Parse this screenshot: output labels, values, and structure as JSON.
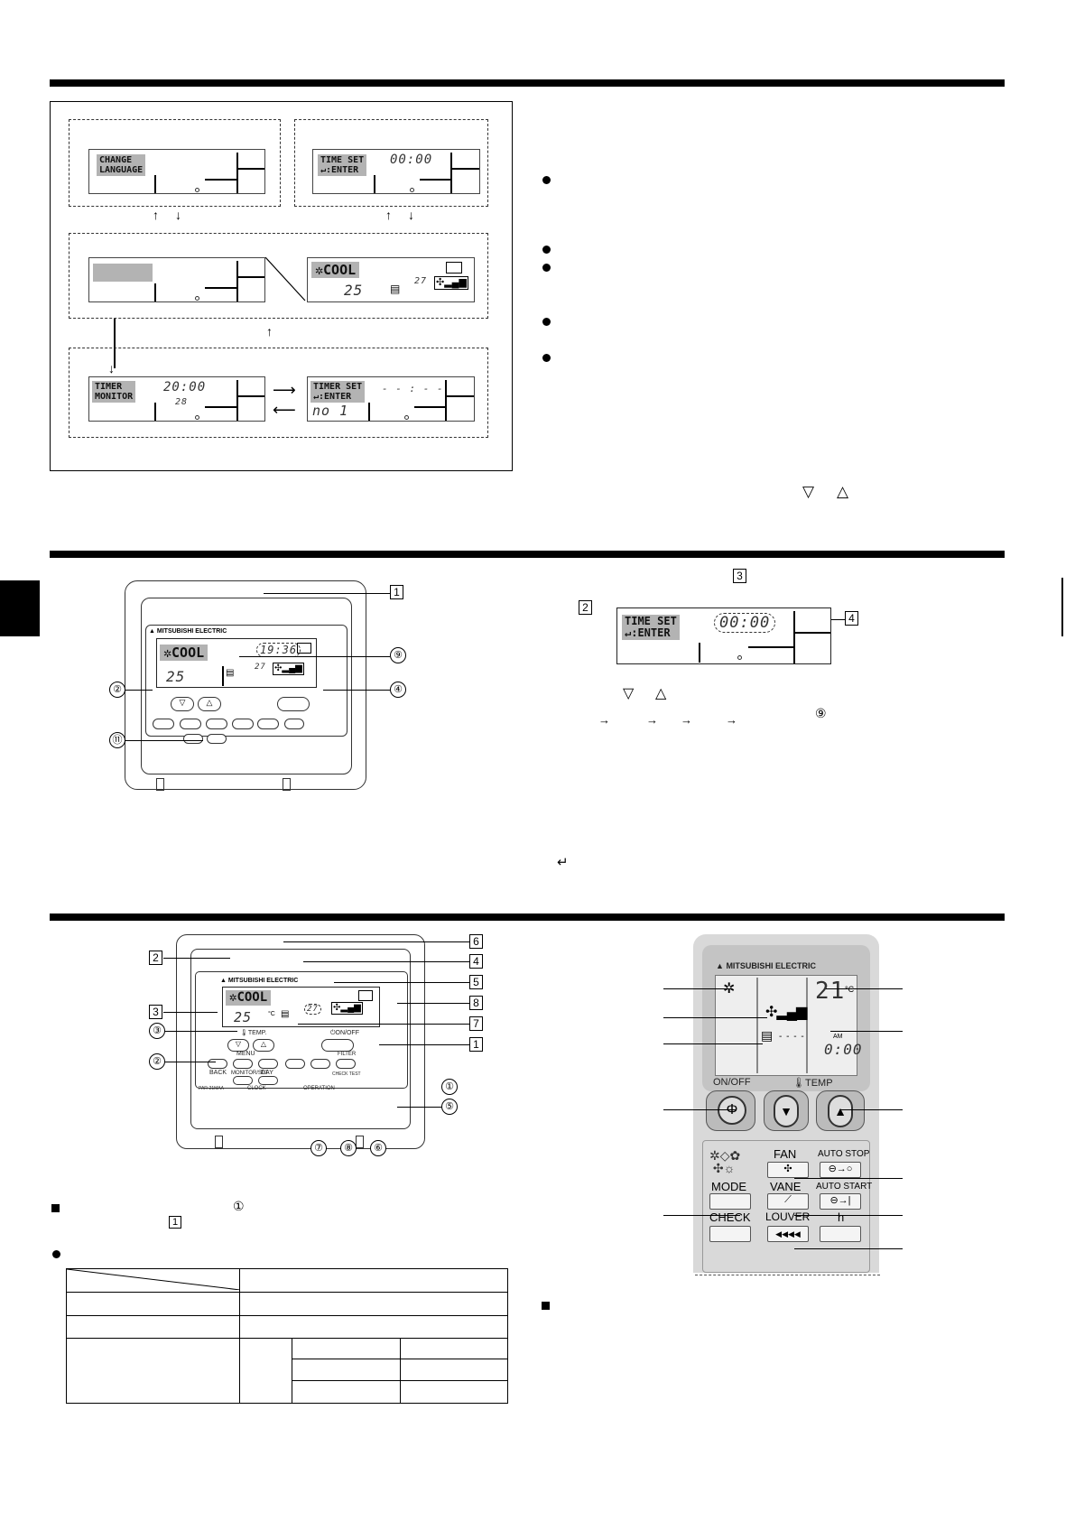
{
  "screen1": {
    "change_language_line1": "CHANGE",
    "change_language_line2": "LANGUAGE",
    "timeset_label": "TIME SET",
    "enter_label": "↵:ENTER",
    "clock_blank": "00:00",
    "cool_label": "COOL",
    "set_temp": "25",
    "room_temp": "27",
    "timer_monitor_line1": "TIMER",
    "timer_monitor_line2": "MONITOR",
    "timer_time": "20:00",
    "timer_temp": "28",
    "timer_set_line1": "TIMER SET",
    "timer_set_line2": "↵:ENTER",
    "timer_dashes": "- - : - -",
    "timer_no": "no 1"
  },
  "section1_right": {
    "down_arrow": "▽",
    "up_arrow": "△"
  },
  "controller1": {
    "brand": "MITSUBISHI ELECTRIC",
    "cool_label": "COOL",
    "clock": "19:36",
    "set_temp": "25",
    "room_temp": "27",
    "callouts": {
      "box1": "1",
      "c9": "⑨",
      "c2": "②",
      "c4": "④",
      "c11": "⑪"
    }
  },
  "section2_right": {
    "box2": "2",
    "box3": "3",
    "box4": "4",
    "timeset_label": "TIME SET",
    "enter_label": "↵:ENTER",
    "clock": "00:00",
    "down_arrow": "▽",
    "up_arrow": "△",
    "c9": "⑨",
    "arrows": [
      "→",
      "→",
      "→",
      "→"
    ],
    "enter_symbol": "↵"
  },
  "controller2": {
    "brand": "MITSUBISHI ELECTRIC",
    "cool_label": "COOL",
    "set_temp": "25",
    "unit": "°C",
    "room_temp": "27",
    "temp_label": "TEMP.",
    "onoff_label": "ON/OFF",
    "menu_label": "MENU",
    "back_label": "BACK",
    "day_label": "DAY",
    "monitor_set": "MONITOR/SET",
    "clock_label": "CLOCK",
    "operation_label": "OPERATION",
    "filter_label": "FILTER",
    "check_test": "CHECK TEST",
    "pa_label": "PAR-21MAA",
    "callouts_box": [
      "6",
      "4",
      "5",
      "2",
      "8",
      "3",
      "7",
      "1"
    ],
    "callouts_circ": [
      "③",
      "②",
      "①",
      "⑤",
      "⑦",
      "⑧",
      "⑥"
    ]
  },
  "section3_left": {
    "c1": "①",
    "box1": "1"
  },
  "remote": {
    "brand": "MITSUBISHI ELECTRIC",
    "temp_display": "21",
    "temp_unit": "°C",
    "am": "AM",
    "time": "0:00",
    "onoff": "ON/OFF",
    "temp": "TEMP",
    "fan": "FAN",
    "auto_stop": "AUTO STOP",
    "mode": "MODE",
    "vane": "VANE",
    "auto_start": "AUTO START",
    "check": "CHECK",
    "louver": "LOUVER",
    "h": "h"
  },
  "colors": {
    "lcd_highlight": "#b3b3b3",
    "remote_body": "#d9d9d9",
    "rule": "#000000"
  }
}
